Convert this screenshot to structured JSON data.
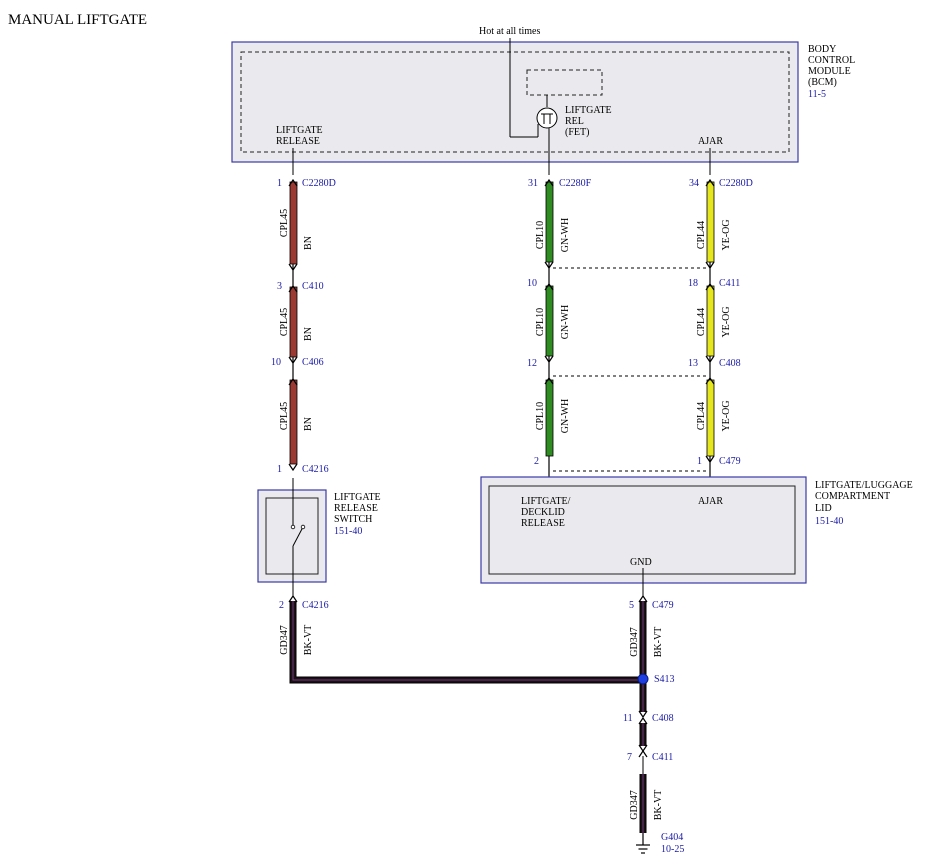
{
  "title": "MANUAL LIFTGATE",
  "hot_label": "Hot at all times",
  "colors": {
    "module_border": "#3a3aa8",
    "module_fill": "#eaeaee",
    "wire_BN": "#9b3a33",
    "wire_GN_WH": "#2f8c22",
    "wire_YE_OG": "#e6e61e",
    "wire_BK_VT": "#1c1016",
    "splice": "#1f3fe0",
    "ref_text": "#1a1aa8"
  },
  "bcm": {
    "name_lines": [
      "BODY",
      "CONTROL",
      "MODULE",
      "(BCM)"
    ],
    "ref": "11-5",
    "liftgate_release_lines": [
      "LIFTGATE",
      "RELEASE"
    ],
    "relay_lines": [
      "LIFTGATE",
      "REL",
      "(FET)"
    ],
    "ajar": "AJAR"
  },
  "switch": {
    "name_lines": [
      "LIFTGATE",
      "RELEASE",
      "SWITCH"
    ],
    "ref": "151-40"
  },
  "lid": {
    "name_lines": [
      "LIFTGATE/LUGGAGE",
      "COMPARTMENT",
      "LID"
    ],
    "ref": "151-40",
    "release_lines": [
      "LIFTGATE/",
      "DECKLID",
      "RELEASE"
    ],
    "ajar": "AJAR",
    "gnd": "GND"
  },
  "connectors": [
    {
      "pin": "1",
      "name": "C2280D"
    },
    {
      "pin": "3",
      "name": "C410"
    },
    {
      "pin": "10",
      "name": "C406"
    },
    {
      "pin": "1",
      "name": "C4216"
    },
    {
      "pin": "31",
      "name": "C2280F"
    },
    {
      "pin": "10",
      "name": ""
    },
    {
      "pin": "12",
      "name": ""
    },
    {
      "pin": "2",
      "name": ""
    },
    {
      "pin": "34",
      "name": "C2280D"
    },
    {
      "pin": "18",
      "name": "C411"
    },
    {
      "pin": "13",
      "name": "C408"
    },
    {
      "pin": "1",
      "name": "C479"
    },
    {
      "pin": "2",
      "name": "C4216"
    },
    {
      "pin": "5",
      "name": "C479"
    },
    {
      "pin": "11",
      "name": "C408"
    },
    {
      "pin": "7",
      "name": "C411"
    }
  ],
  "wires": [
    {
      "circuit": "CPL45",
      "color": "BN"
    },
    {
      "circuit": "CPL45",
      "color": "BN"
    },
    {
      "circuit": "CPL45",
      "color": "BN"
    },
    {
      "circuit": "CPL10",
      "color": "GN-WH"
    },
    {
      "circuit": "CPL10",
      "color": "GN-WH"
    },
    {
      "circuit": "CPL10",
      "color": "GN-WH"
    },
    {
      "circuit": "CPL44",
      "color": "YE-OG"
    },
    {
      "circuit": "CPL44",
      "color": "YE-OG"
    },
    {
      "circuit": "CPL44",
      "color": "YE-OG"
    },
    {
      "circuit": "GD347",
      "color": "BK-VT"
    },
    {
      "circuit": "GD347",
      "color": "BK-VT"
    },
    {
      "circuit": "GD347",
      "color": "BK-VT"
    }
  ],
  "splice": "S413",
  "ground": {
    "name": "G404",
    "ref": "10-25"
  }
}
